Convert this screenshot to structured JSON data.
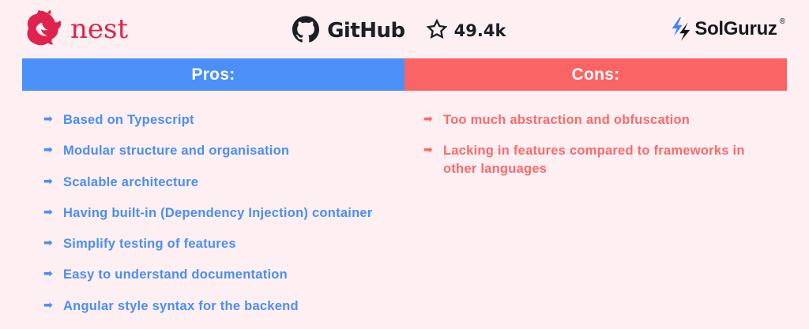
{
  "header": {
    "nest_wordmark": "nest",
    "github_label": "GitHub",
    "github_star_count": "49.4k",
    "solguruz_label": "SolGuruz",
    "solguruz_registered_mark": "®"
  },
  "icons": {
    "arrow_bullet": "➡",
    "nest_logo": "nest-cat-flame-icon",
    "github_octocat": "github-octocat-icon",
    "star_outline": "star-outline-icon",
    "solguruz_bolt": "solguruz-bolt-icon"
  },
  "colors": {
    "background": "#fdeff2",
    "pros_bar": "#4a90f8",
    "cons_bar": "#fb6464",
    "pros_text": "#4a8ef7",
    "cons_text": "#fb6a6a",
    "nest_red": "#e0234e",
    "github_black": "#1b1f23",
    "solguruz_blue": "#4186f5",
    "solguruz_dark": "#15161a"
  },
  "columns": {
    "pros": {
      "title": "Pros:",
      "items": [
        "Based on Typescript",
        "Modular structure and organisation",
        "Scalable architecture",
        "Having built-in (Dependency Injection) container",
        "Simplify testing of features",
        "Easy to understand documentation",
        "Angular style syntax for the backend"
      ]
    },
    "cons": {
      "title": "Cons:",
      "items": [
        "Too much abstraction and obfuscation",
        "Lacking in features compared to frameworks in other languages"
      ]
    }
  }
}
